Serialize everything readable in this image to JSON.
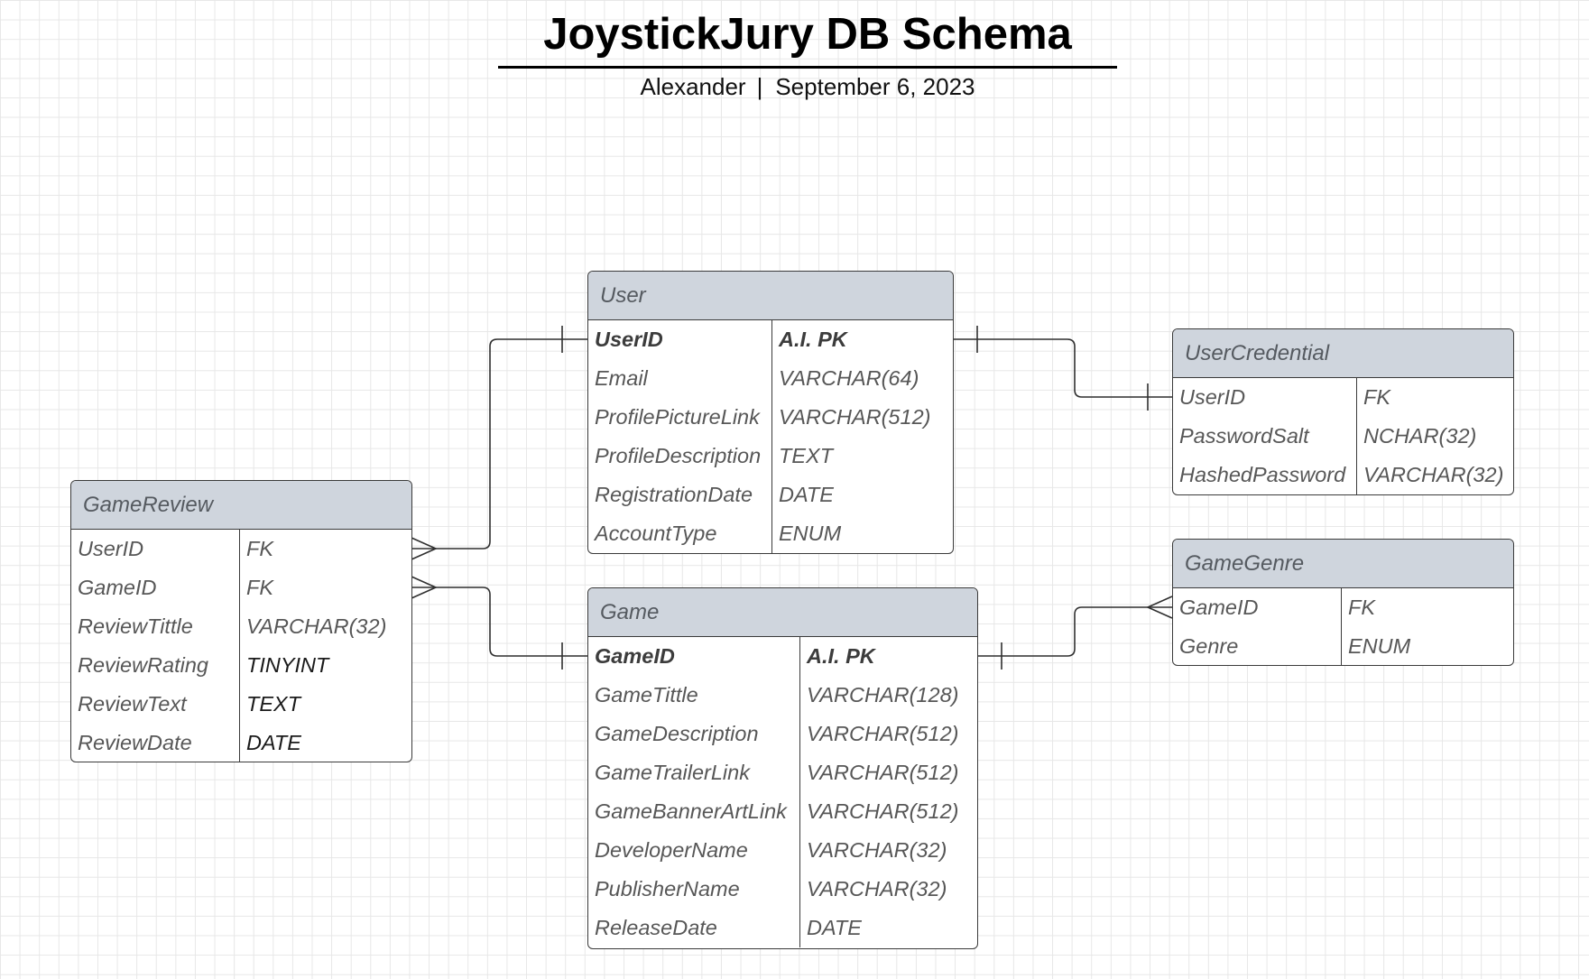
{
  "header": {
    "title": "JoystickJury DB Schema",
    "author": "Alexander",
    "separator": "|",
    "date": "September 6, 2023"
  },
  "entities": {
    "user": {
      "name": "User",
      "fields": [
        {
          "name": "UserID",
          "type": "A.I. PK"
        },
        {
          "name": "Email",
          "type": "VARCHAR(64)"
        },
        {
          "name": "ProfilePictureLink",
          "type": "VARCHAR(512)"
        },
        {
          "name": "ProfileDescription",
          "type": "TEXT"
        },
        {
          "name": "RegistrationDate",
          "type": "DATE"
        },
        {
          "name": "AccountType",
          "type": "ENUM"
        }
      ]
    },
    "user_credential": {
      "name": "UserCredential",
      "fields": [
        {
          "name": "UserID",
          "type": "FK"
        },
        {
          "name": "PasswordSalt",
          "type": "NCHAR(32)"
        },
        {
          "name": "HashedPassword",
          "type": "VARCHAR(32)"
        }
      ]
    },
    "game_review": {
      "name": "GameReview",
      "fields": [
        {
          "name": "UserID",
          "type": "FK"
        },
        {
          "name": "GameID",
          "type": "FK"
        },
        {
          "name": "ReviewTittle",
          "type": "VARCHAR(32)"
        },
        {
          "name": "ReviewRating",
          "type": "TINYINT"
        },
        {
          "name": "ReviewText",
          "type": "TEXT"
        },
        {
          "name": "ReviewDate",
          "type": "DATE"
        }
      ]
    },
    "game": {
      "name": "Game",
      "fields": [
        {
          "name": "GameID",
          "type": "A.I. PK"
        },
        {
          "name": "GameTittle",
          "type": "VARCHAR(128)"
        },
        {
          "name": "GameDescription",
          "type": "VARCHAR(512)"
        },
        {
          "name": "GameTrailerLink",
          "type": "VARCHAR(512)"
        },
        {
          "name": "GameBannerArtLink",
          "type": "VARCHAR(512)"
        },
        {
          "name": "DeveloperName",
          "type": "VARCHAR(32)"
        },
        {
          "name": "PublisherName",
          "type": "VARCHAR(32)"
        },
        {
          "name": "ReleaseDate",
          "type": "DATE"
        }
      ]
    },
    "game_genre": {
      "name": "GameGenre",
      "fields": [
        {
          "name": "GameID",
          "type": "FK"
        },
        {
          "name": "Genre",
          "type": "ENUM"
        }
      ]
    }
  }
}
